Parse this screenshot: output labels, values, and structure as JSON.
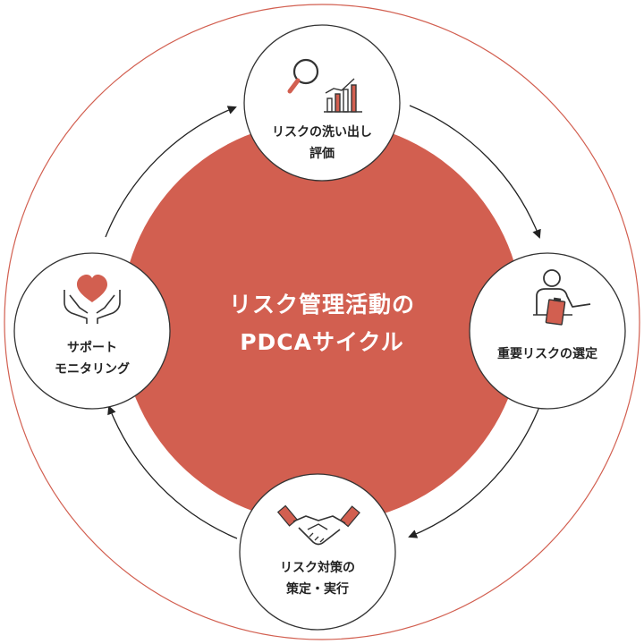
{
  "title": {
    "line1": "リスク管理活動の",
    "line2": "PDCAサイクル"
  },
  "steps": [
    {
      "line1": "リスクの洗い出し",
      "line2": "評価",
      "icon": "magnifier-chart-icon"
    },
    {
      "line1": "重要リスクの選定",
      "line2": "",
      "icon": "presenter-clipboard-icon"
    },
    {
      "line1": "リスク対策の",
      "line2": "策定・実行",
      "icon": "handshake-icon"
    },
    {
      "line1": "サポート",
      "line2": "モニタリング",
      "icon": "heart-hands-icon"
    }
  ],
  "colors": {
    "accent": "#d25f50",
    "outline": "#333333",
    "ring": "#d25f50",
    "text": "#222222"
  }
}
